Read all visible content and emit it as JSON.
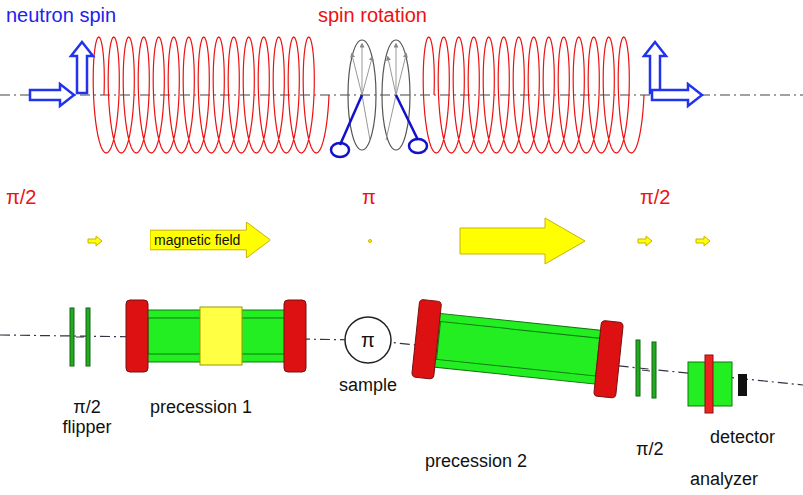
{
  "diagram": {
    "nodes": [
      {
        "text": [
          "magnetic field"
        ]
      },
      {
        "text": [
          "π",
          "sample"
        ]
      }
    ],
    "labels": [
      "neutron spin",
      "spin rotation",
      "π/2",
      "π",
      "π/2",
      "π/2 flipper",
      "precession 1",
      "precession 2",
      "π/2",
      "detector",
      "analyzer"
    ]
  }
}
